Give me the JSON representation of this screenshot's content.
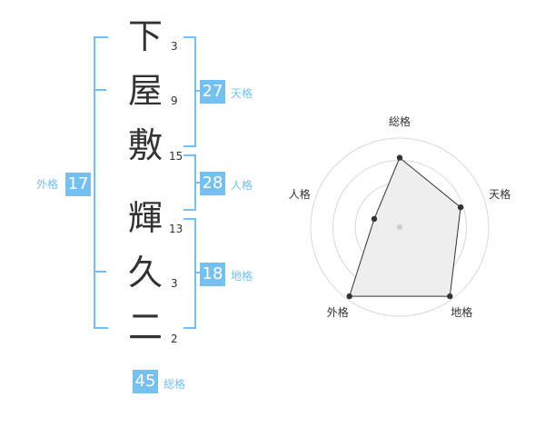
{
  "name": {
    "characters": [
      {
        "char": "下",
        "strokes": "3"
      },
      {
        "char": "屋",
        "strokes": "9"
      },
      {
        "char": "敷",
        "strokes": "15"
      },
      {
        "char": "輝",
        "strokes": "13"
      },
      {
        "char": "久",
        "strokes": "3"
      },
      {
        "char": "二",
        "strokes": "2"
      }
    ]
  },
  "kaku": {
    "tenkaku": {
      "value": "27",
      "label": "天格"
    },
    "jinkaku": {
      "value": "28",
      "label": "人格"
    },
    "chikaku": {
      "value": "18",
      "label": "地格"
    },
    "gaikaku": {
      "value": "17",
      "label": "外格"
    },
    "soukaku": {
      "value": "45",
      "label": "総格"
    }
  },
  "colors": {
    "accent": "#74c0f0",
    "text": "#333333",
    "radar_fill": "#eeeeee"
  },
  "chart_data": {
    "type": "radar",
    "axes": [
      "総格",
      "天格",
      "地格",
      "外格",
      "人格"
    ],
    "values": [
      0.78,
      0.72,
      0.96,
      0.96,
      0.3
    ],
    "rings": 4
  }
}
